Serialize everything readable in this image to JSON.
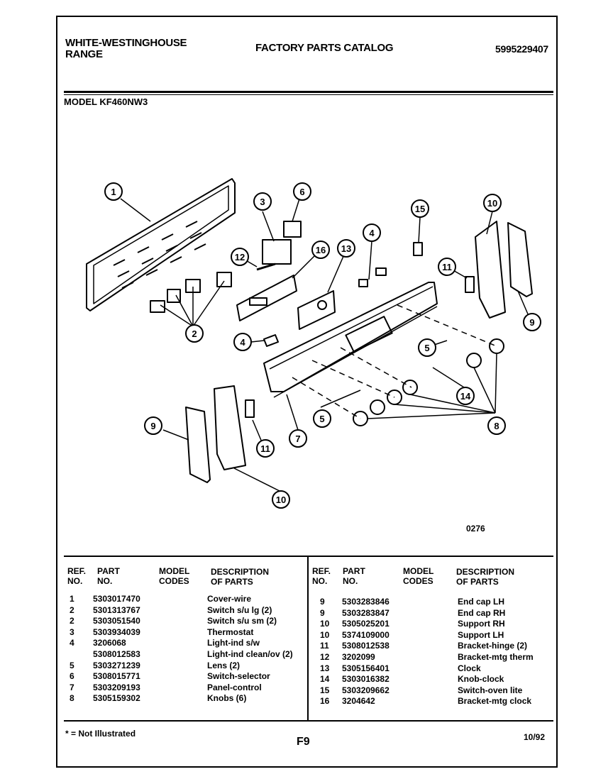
{
  "header": {
    "brand_line1": "WHITE-WESTINGHOUSE",
    "brand_line2": "RANGE",
    "catalog_title": "FACTORY PARTS CATALOG",
    "catalog_number": "5995229407",
    "model_line": "MODEL KF460NW3"
  },
  "diagram": {
    "code": "0276",
    "callouts": [
      "1",
      "2",
      "3",
      "4",
      "4",
      "5",
      "5",
      "6",
      "7",
      "8",
      "9",
      "9",
      "10",
      "10",
      "11",
      "11",
      "12",
      "13",
      "14",
      "15",
      "16"
    ]
  },
  "table": {
    "headers": {
      "ref": [
        "REF.",
        "NO."
      ],
      "part": [
        "PART",
        "NO."
      ],
      "model": [
        "MODEL",
        "CODES"
      ],
      "desc": [
        "DESCRIPTION",
        "OF PARTS"
      ]
    },
    "left_rows": [
      {
        "ref": "1",
        "part": "5303017470",
        "desc": "Cover-wire"
      },
      {
        "ref": "2",
        "part": "5301313767",
        "desc": "Switch s/u lg (2)"
      },
      {
        "ref": "2",
        "part": "5303051540",
        "desc": "Switch s/u sm (2)"
      },
      {
        "ref": "3",
        "part": "5303934039",
        "desc": "Thermostat"
      },
      {
        "ref": "4",
        "part": "3206068",
        "desc": "Light-ind s/w"
      },
      {
        "ref": "",
        "part": "5308012583",
        "desc": "Light-ind clean/ov (2)"
      },
      {
        "ref": "5",
        "part": "5303271239",
        "desc": "Lens (2)"
      },
      {
        "ref": "6",
        "part": "5308015771",
        "desc": "Switch-selector"
      },
      {
        "ref": "7",
        "part": "5303209193",
        "desc": "Panel-control"
      },
      {
        "ref": "8",
        "part": "5305159302",
        "desc": "Knobs (6)"
      }
    ],
    "right_rows": [
      {
        "ref": "9",
        "part": "5303283846",
        "desc": "End cap LH"
      },
      {
        "ref": "9",
        "part": "5303283847",
        "desc": "End cap RH"
      },
      {
        "ref": "10",
        "part": "5305025201",
        "desc": "Support RH"
      },
      {
        "ref": "10",
        "part": "5374109000",
        "desc": "Support LH"
      },
      {
        "ref": "11",
        "part": "5308012538",
        "desc": "Bracket-hinge (2)"
      },
      {
        "ref": "12",
        "part": "3202099",
        "desc": "Bracket-mtg therm"
      },
      {
        "ref": "13",
        "part": "5305156401",
        "desc": "Clock"
      },
      {
        "ref": "14",
        "part": "5303016382",
        "desc": "Knob-clock"
      },
      {
        "ref": "15",
        "part": "5303209662",
        "desc": "Switch-oven lite"
      },
      {
        "ref": "16",
        "part": "3204642",
        "desc": "Bracket-mtg clock"
      }
    ]
  },
  "footer": {
    "note": "* = Not Illustrated",
    "page": "F9",
    "date": "10/92"
  }
}
